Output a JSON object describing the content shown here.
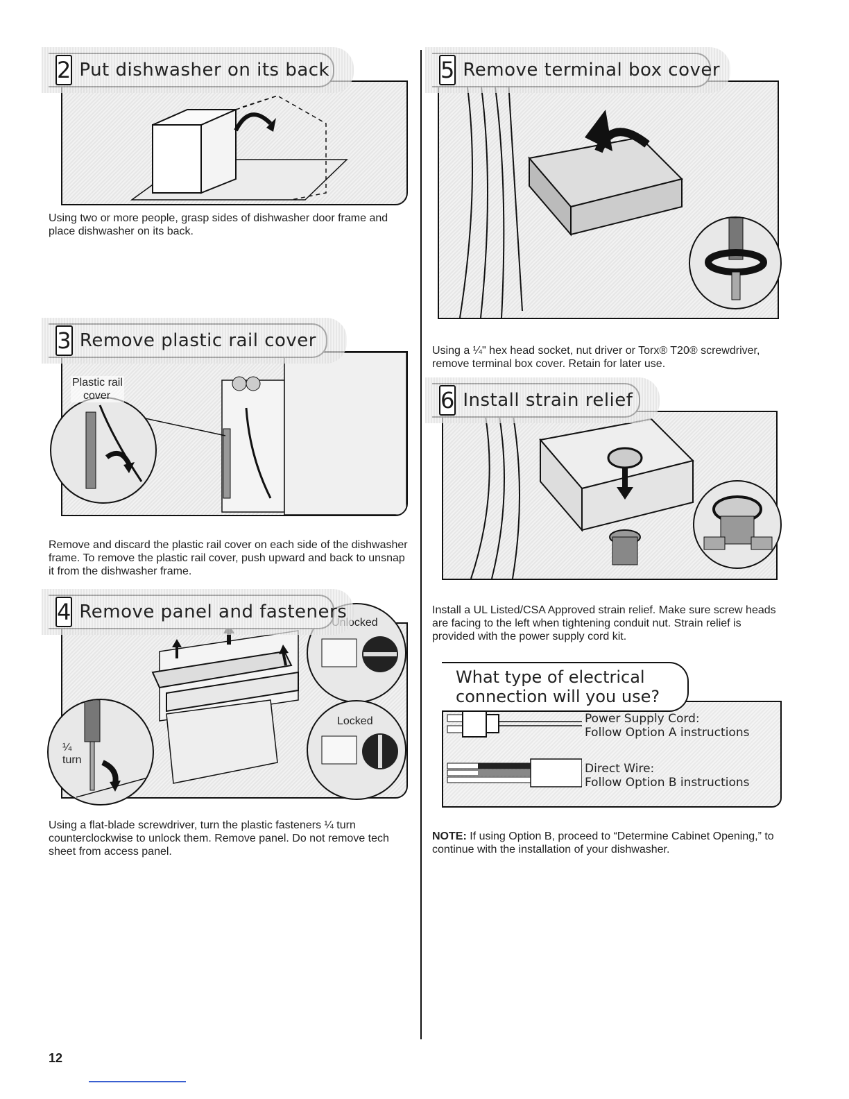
{
  "steps": {
    "s2": {
      "number": "2",
      "title": "Put dishwasher on its back",
      "caption": "Using two or more people, grasp sides of dishwasher door frame and place dishwasher on its back."
    },
    "s3": {
      "number": "3",
      "title": "Remove plastic rail cover",
      "label_line1": "Plastic rail",
      "label_line2": "cover",
      "caption": "Remove and discard the plastic rail cover on each side of the dishwasher frame. To remove the plastic rail cover, push upward and back to unsnap it from the dishwasher frame."
    },
    "s4": {
      "number": "4",
      "title": "Remove panel and fasteners",
      "label_unlocked": "Unlocked",
      "label_locked": "Locked",
      "label_quarter": "¼",
      "label_turn": "turn",
      "caption": "Using a flat-blade screwdriver, turn the plastic fasteners ¼ turn counterclockwise to unlock them. Remove panel. Do not remove tech sheet from access panel."
    },
    "s5": {
      "number": "5",
      "title": "Remove terminal box cover",
      "caption": "Using a ¼\" hex head socket, nut driver or Torx® T20® screwdriver, remove terminal box cover. Retain for later use."
    },
    "s6": {
      "number": "6",
      "title": "Install strain relief",
      "caption": "Install a UL Listed/CSA Approved strain relief. Make sure screw heads are facing to the left when tightening conduit nut. Strain relief is provided with the power supply cord kit."
    }
  },
  "electrical": {
    "title_line1": "What type of electrical",
    "title_line2": "connection will you use?",
    "option_a_line1": "Power Supply Cord:",
    "option_a_line2": "Follow Option A instructions",
    "option_b_line1": "Direct Wire:",
    "option_b_line2": "Follow Option B instructions"
  },
  "note": {
    "label": "NOTE:",
    "text": " If using Option B, proceed to “Determine Cabinet Opening,” to continue with the installation of your dishwasher."
  },
  "page_number": "12"
}
